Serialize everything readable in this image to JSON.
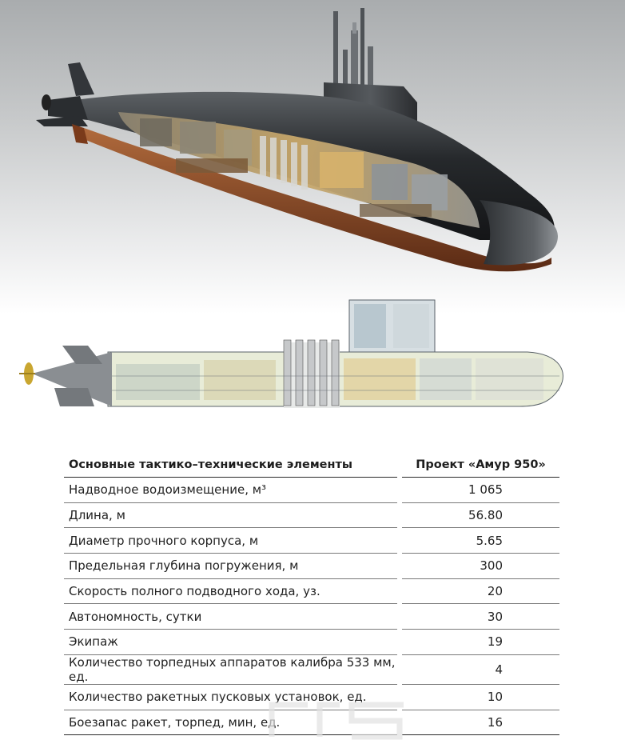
{
  "table": {
    "header_param": "Основные тактико–технические элементы",
    "header_value": "Проект «Амур 950»",
    "rows": [
      {
        "label": "Надводное водоизмещение, м³",
        "value": "1 065"
      },
      {
        "label": "Длина, м",
        "value": "56.80"
      },
      {
        "label": "Диаметр прочного корпуса, м",
        "value": "5.65"
      },
      {
        "label": "Предельная глубина погружения, м",
        "value": "300"
      },
      {
        "label": "Скорость полного подводного хода, уз.",
        "value": "20"
      },
      {
        "label": "Автономность, сутки",
        "value": "30"
      },
      {
        "label": "Экипаж",
        "value": "19"
      },
      {
        "label": "Количество торпедных аппаратов калибра 533 мм, ед.",
        "value": "4"
      },
      {
        "label": "Количество ракетных пусковых установок, ед.",
        "value": "10"
      },
      {
        "label": "Боезапас ракет, торпед, мин, ед.",
        "value": "16"
      }
    ]
  }
}
